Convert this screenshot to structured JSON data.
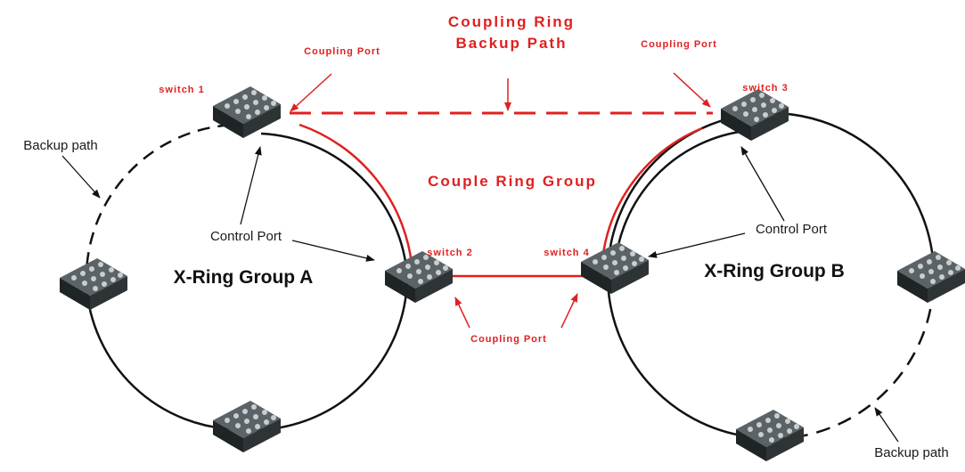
{
  "title": {
    "line1": "Coupling Ring",
    "line2": "Backup Path"
  },
  "labels": {
    "couple_ring_group": "Couple Ring Group",
    "group_a": "X-Ring Group A",
    "group_b": "X-Ring Group B",
    "coupling_port": "Coupling Port",
    "control_port": "Control Port",
    "backup_path": "Backup path"
  },
  "switches": {
    "s1": "switch 1",
    "s2": "switch 2",
    "s3": "switch 3",
    "s4": "switch 4"
  },
  "colors": {
    "ring": "#111111",
    "coupling": "#e02020",
    "device_body": "#2e3436",
    "device_top": "#5b6366",
    "port": "#c9ced1"
  }
}
